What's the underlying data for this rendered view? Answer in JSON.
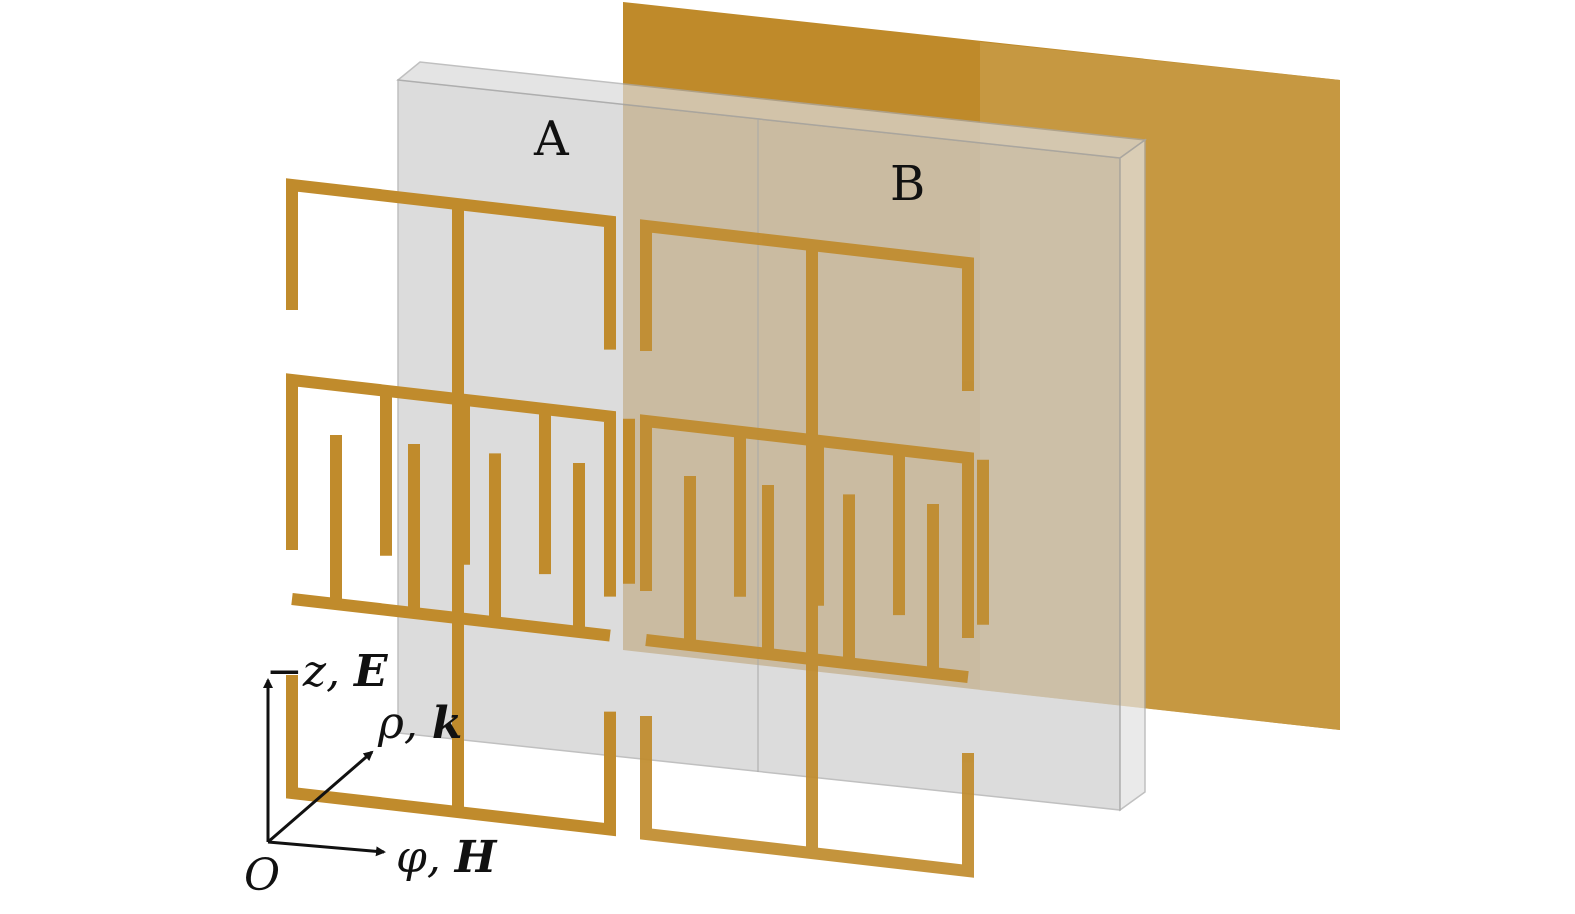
{
  "figure": {
    "labels": {
      "region_a": "A",
      "region_b": "B",
      "origin": "O",
      "axis_vertical": {
        "symbol": "−z",
        "separator": ", ",
        "field": "E"
      },
      "axis_diagonal": {
        "symbol": "ρ",
        "separator": ", ",
        "field": "k"
      },
      "axis_horizontal": {
        "symbol": "φ",
        "separator": ", ",
        "field": "H"
      }
    },
    "colors": {
      "metal": "#c08b2c",
      "metal_plate": "#bf8a2a",
      "metal_plate_light": "#c79a45",
      "substrate_fill": "#c8c8c8",
      "substrate_edge": "#a8a8a8",
      "axis": "#111111",
      "text": "#111111"
    }
  }
}
